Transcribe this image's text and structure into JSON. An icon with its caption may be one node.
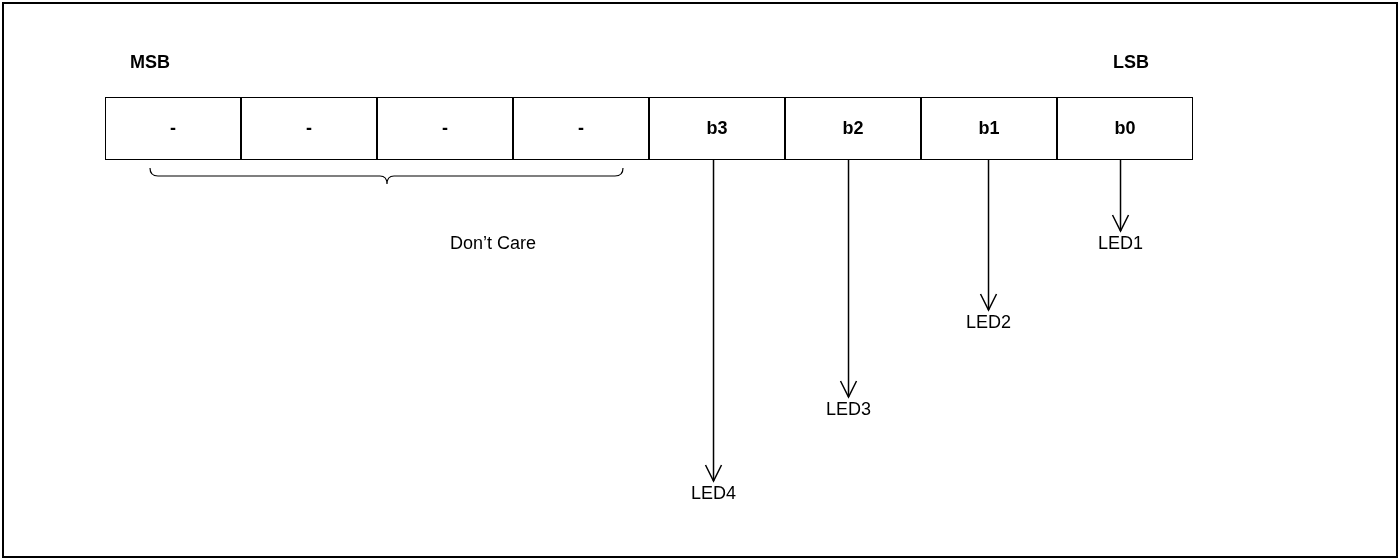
{
  "diagram": {
    "nodes": [
      {
        "text": [
          "-"
        ]
      },
      {
        "text": [
          "-"
        ]
      },
      {
        "text": [
          "-"
        ]
      },
      {
        "text": [
          "-"
        ]
      },
      {
        "text": [
          "b3"
        ]
      },
      {
        "text": [
          "b2"
        ]
      },
      {
        "text": [
          "b1"
        ]
      },
      {
        "text": [
          "b0"
        ]
      },
      {
        "text": [
          "LED1"
        ]
      },
      {
        "text": [
          "LED2"
        ]
      },
      {
        "text": [
          "LED3"
        ]
      },
      {
        "text": [
          "LED4"
        ]
      }
    ],
    "edges": [
      {
        "from": 7,
        "to": 8,
        "arrow": "to"
      },
      {
        "from": 6,
        "to": 9,
        "arrow": "to"
      },
      {
        "from": 5,
        "to": 10,
        "arrow": "to"
      },
      {
        "from": 4,
        "to": 11,
        "arrow": "to"
      }
    ],
    "labels": [
      "MSB",
      "LSB",
      "Don’t Care"
    ]
  }
}
